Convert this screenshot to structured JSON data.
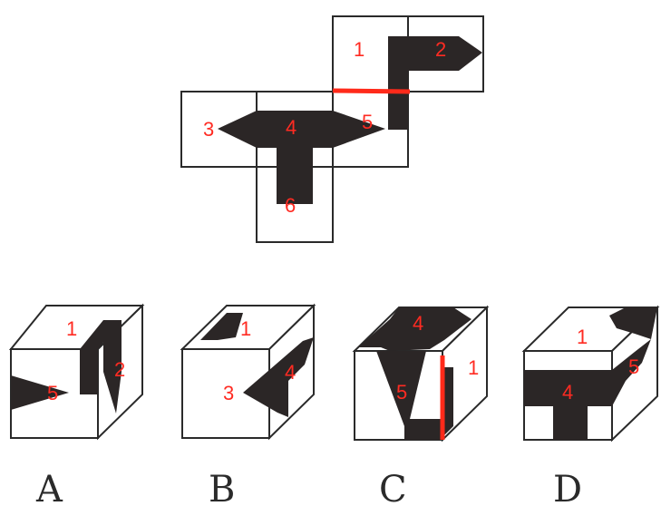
{
  "net": {
    "faces": [
      {
        "label": "1"
      },
      {
        "label": "2"
      },
      {
        "label": "3"
      },
      {
        "label": "4"
      },
      {
        "label": "5"
      },
      {
        "label": "6"
      }
    ]
  },
  "options": [
    {
      "letter": "A",
      "faces": [
        "1",
        "5",
        "2"
      ]
    },
    {
      "letter": "B",
      "faces": [
        "1",
        "3",
        "4"
      ]
    },
    {
      "letter": "C",
      "faces": [
        "4",
        "5",
        "1"
      ]
    },
    {
      "letter": "D",
      "faces": [
        "1",
        "4",
        "5"
      ]
    }
  ],
  "colors": {
    "ink": "#2b2626",
    "label": "#ff2b22",
    "highlight": "#ff2a1a"
  }
}
